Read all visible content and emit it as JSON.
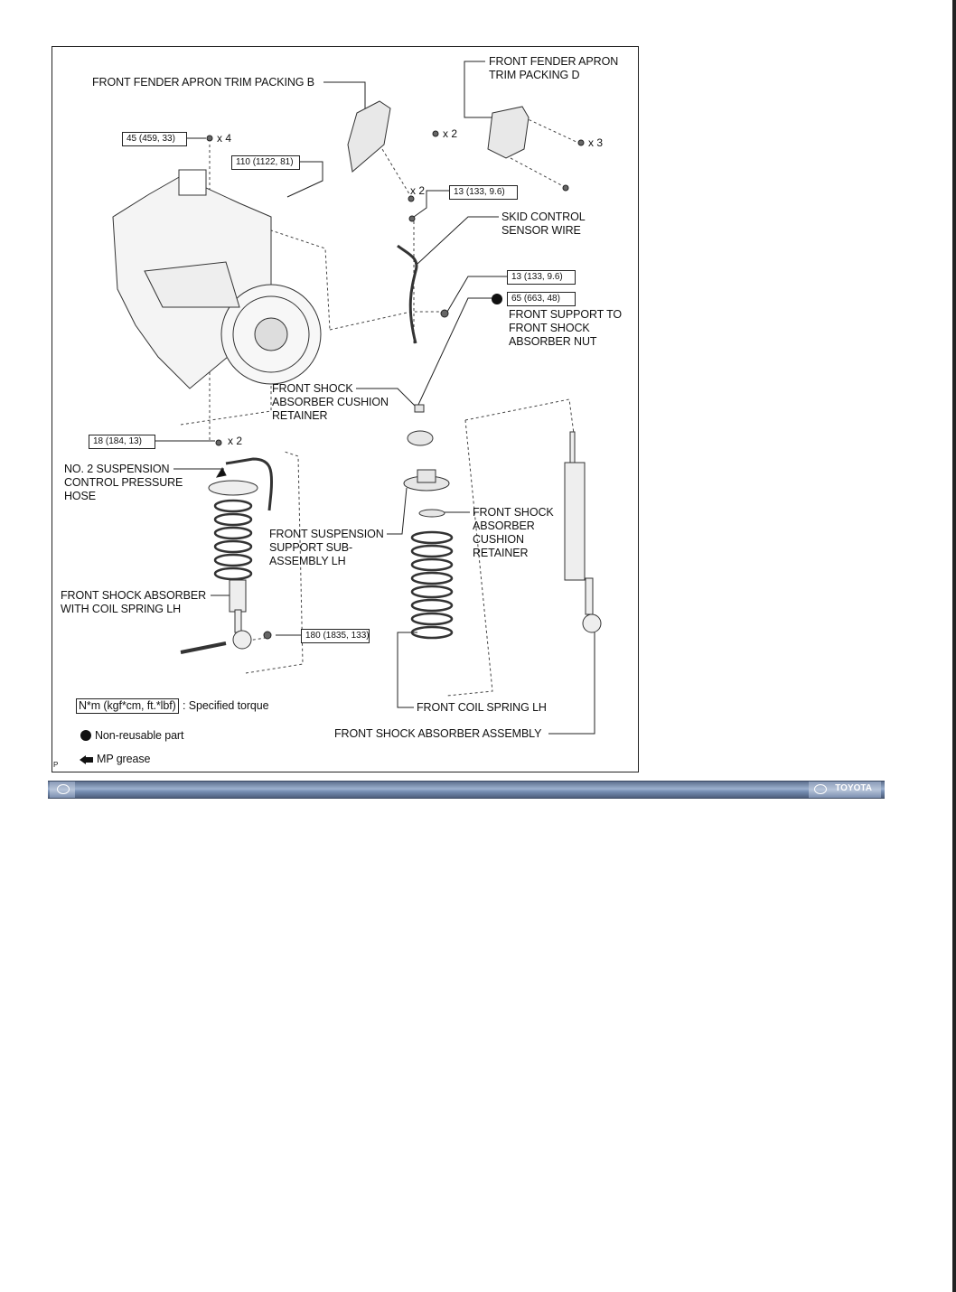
{
  "diagram": {
    "labels": {
      "apron_b": "FRONT FENDER APRON TRIM PACKING B",
      "apron_d": "FRONT FENDER APRON\nTRIM PACKING D",
      "skid_wire": "SKID CONTROL\nSENSOR WIRE",
      "support_nut": "FRONT SUPPORT TO\nFRONT SHOCK\nABSORBER NUT",
      "cushion_retainer_upper": "FRONT SHOCK\nABSORBER CUSHION\nRETAINER",
      "hose": "NO. 2 SUSPENSION\nCONTROL PRESSURE\nHOSE",
      "support_sub": "FRONT SUSPENSION\nSUPPORT SUB-\nASSEMBLY LH",
      "cushion_retainer_lower": "FRONT SHOCK\nABSORBER\nCUSHION\nRETAINER",
      "shock_coil": "FRONT SHOCK ABSORBER\nWITH COIL SPRING LH",
      "coil_spring": "FRONT COIL SPRING LH",
      "shock_assy": "FRONT SHOCK ABSORBER ASSEMBLY"
    },
    "torques": {
      "t45": "45 (459, 33)",
      "t110": "110 (1122, 81)",
      "t13a": "13 (133, 9.6)",
      "t13b": "13 (133, 9.6)",
      "t65": "65 (663, 48)",
      "t18": "18 (184, 13)",
      "t180": "180 (1835, 133)"
    },
    "counts": {
      "c4": "x 4",
      "c2a": "x 2",
      "c3": "x 3",
      "c2b": "x 2",
      "c2c": "x 2"
    },
    "legend": {
      "torque_unit": "N*m (kgf*cm, ft.*lbf)",
      "torque_desc": ": Specified torque",
      "non_reusable": "Non-reusable part",
      "grease": "MP grease"
    },
    "corner_mark": "P"
  },
  "footer": {
    "brand": "TOYOTA",
    "bar_color": "#7e94b8"
  }
}
